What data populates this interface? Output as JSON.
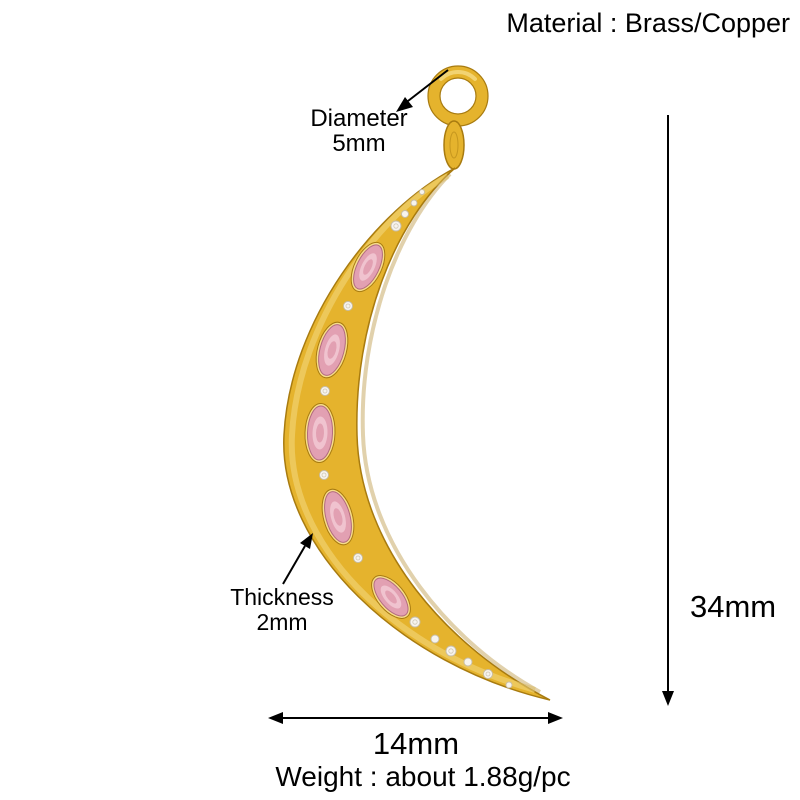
{
  "page": {
    "background": "#ffffff"
  },
  "annotations": {
    "material": "Material : Brass/Copper",
    "diameter_label": "Diameter",
    "diameter_value": "5mm",
    "thickness_label": "Thickness",
    "thickness_value": "2mm",
    "height_value": "34mm",
    "width_value": "14mm",
    "weight": "Weight : about 1.88g/pc"
  },
  "product": {
    "name": "gold-crescent-moon-charm-with-pink-zircon-and-jump-ring",
    "colors": {
      "gold": "#e5b32d",
      "gold_dark": "#a87b10",
      "gold_light": "#f6dd8a",
      "gem_pink": "#e2a0b2",
      "gem_pink_light": "#f2c6d2",
      "gem_pink_dark": "#b26a80",
      "crystal": "#f7f4ee",
      "crystal_edge": "#c6bda9",
      "annotation": "#000000"
    }
  }
}
